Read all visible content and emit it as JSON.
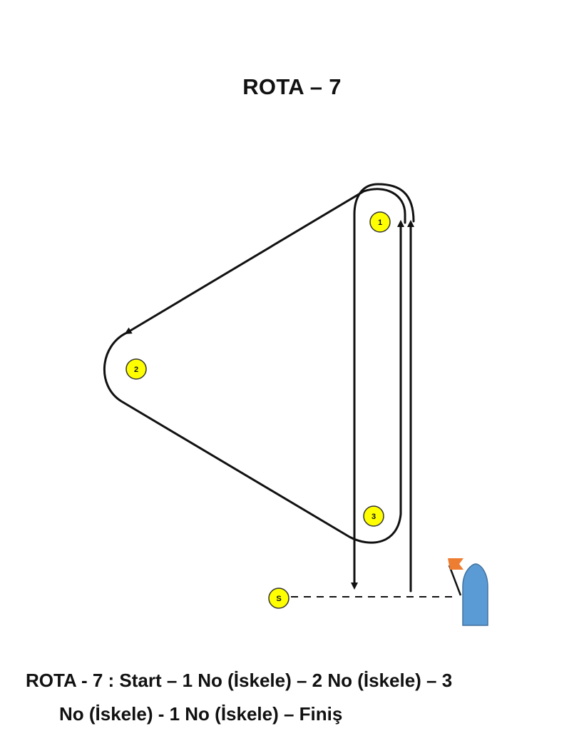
{
  "title": "ROTA – 7",
  "marks": {
    "mark1": "1",
    "mark2": "2",
    "mark3": "3",
    "start": "S"
  },
  "caption": {
    "line1": "ROTA - 7 :  Start – 1 No (İskele) – 2 No (İskele) – 3",
    "line2": "No (İskele) - 1 No (İskele) – Finiş"
  },
  "colors": {
    "mark_fill": "#ffff00",
    "route": "#111111",
    "committee_boat": "#5b9bd5",
    "flag": "#ed7d31"
  }
}
